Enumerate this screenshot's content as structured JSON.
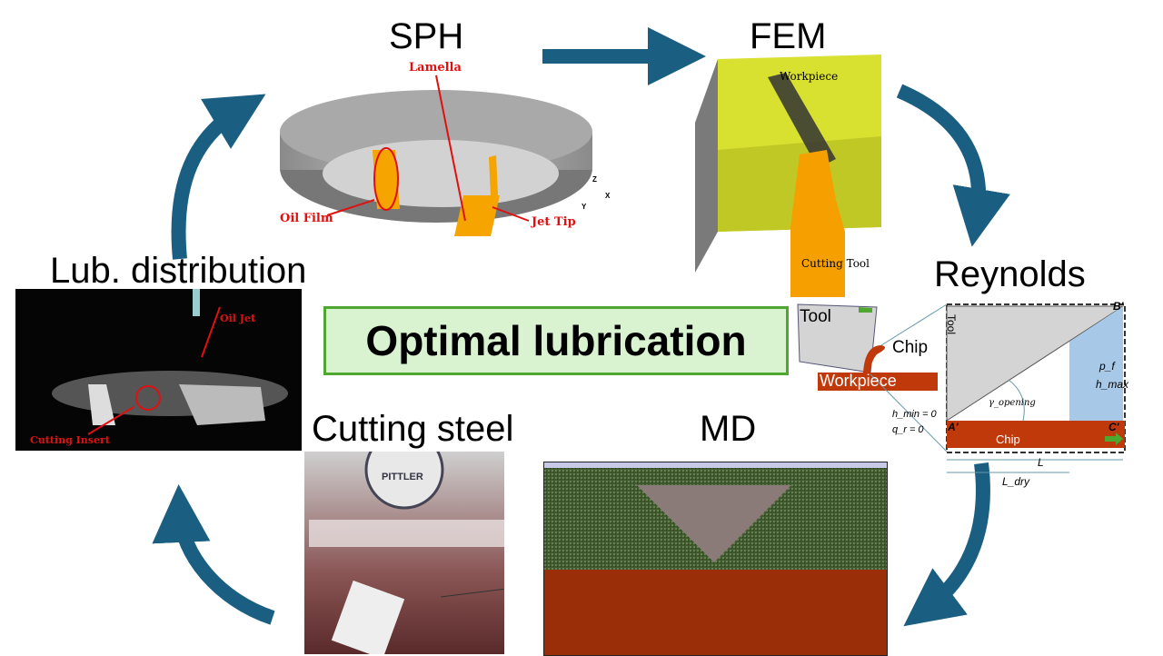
{
  "titles": {
    "sph": "SPH",
    "fem": "FEM",
    "reynolds": "Reynolds",
    "md": "MD",
    "cutting_steel": "Cutting steel",
    "lub_distribution": "Lub. distribution"
  },
  "center_label": "Optimal lubrication",
  "sph_panel": {
    "lamella": "Lamella",
    "oil_film": "Oil Film",
    "jet_tip": "Jet Tip",
    "axis_z": "Z",
    "axis_x": "X",
    "axis_y": "Y"
  },
  "fem_panel": {
    "workpiece": "Workpiece",
    "cutting_tool": "Cutting Tool"
  },
  "lub_panel": {
    "oil_jet": "Oil Jet",
    "cutting_insert": "Cutting Insert"
  },
  "cutting_panel": {
    "brand": "PITTLER"
  },
  "reynolds_panel": {
    "tool": "Tool",
    "chip": "Chip",
    "workpiece": "Workpiece",
    "tool_rot": "Tool",
    "chip_inner": "Chip",
    "b_prime": "B'",
    "a_prime": "A'",
    "c_prime": "C'",
    "pf": "p_f",
    "hmax": "h_max",
    "gamma": "γ_opening",
    "hmin": "h_min = 0",
    "qr": "q_r = 0",
    "L": "L",
    "Ldry": "L_dry"
  },
  "colors": {
    "arrow": "#1a5f82",
    "box_border": "#4ea72e",
    "box_fill": "#d9f2d0",
    "chip": "#c0390b",
    "label_red": "#e01010"
  }
}
